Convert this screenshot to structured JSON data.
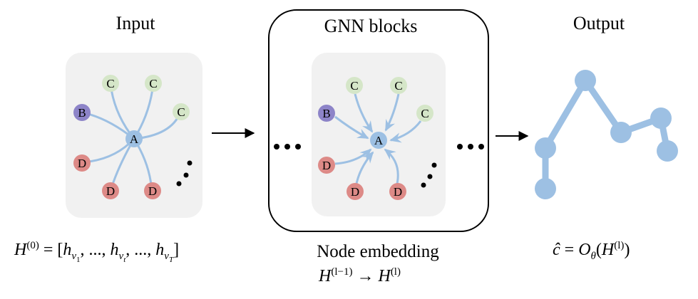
{
  "input": {
    "title": "Input",
    "formula_lhs": "H",
    "formula_sup": "(0)",
    "formula_rhs": [
      "h",
      "v",
      "1",
      ", ..., ",
      "h",
      "v",
      "t",
      ", ..., ",
      "h",
      "v",
      "T"
    ]
  },
  "gnn": {
    "title": "GNN blocks",
    "caption": "Node embedding",
    "formula": {
      "from": "H",
      "from_sup": "(l−1)",
      "arrow": "→",
      "to": "H",
      "to_sup": "(l)"
    }
  },
  "output": {
    "title": "Output",
    "formula": {
      "lhs": "ĉ",
      "eq": "=",
      "op": "O",
      "op_sub": "θ",
      "arg": "H",
      "arg_sup": "(l)"
    }
  },
  "node_labels": {
    "center": "A",
    "b": "B",
    "c": "C",
    "d": "D"
  },
  "colors": {
    "node_a": "#9dc0e3",
    "node_b": "#8d84c8",
    "node_c": "#d5e6c8",
    "node_d": "#dd8a87",
    "edge": "#9dc0e3",
    "output_graph": "#9dc0e3",
    "panel": "#f1f1f1"
  },
  "ellipsis": "..."
}
